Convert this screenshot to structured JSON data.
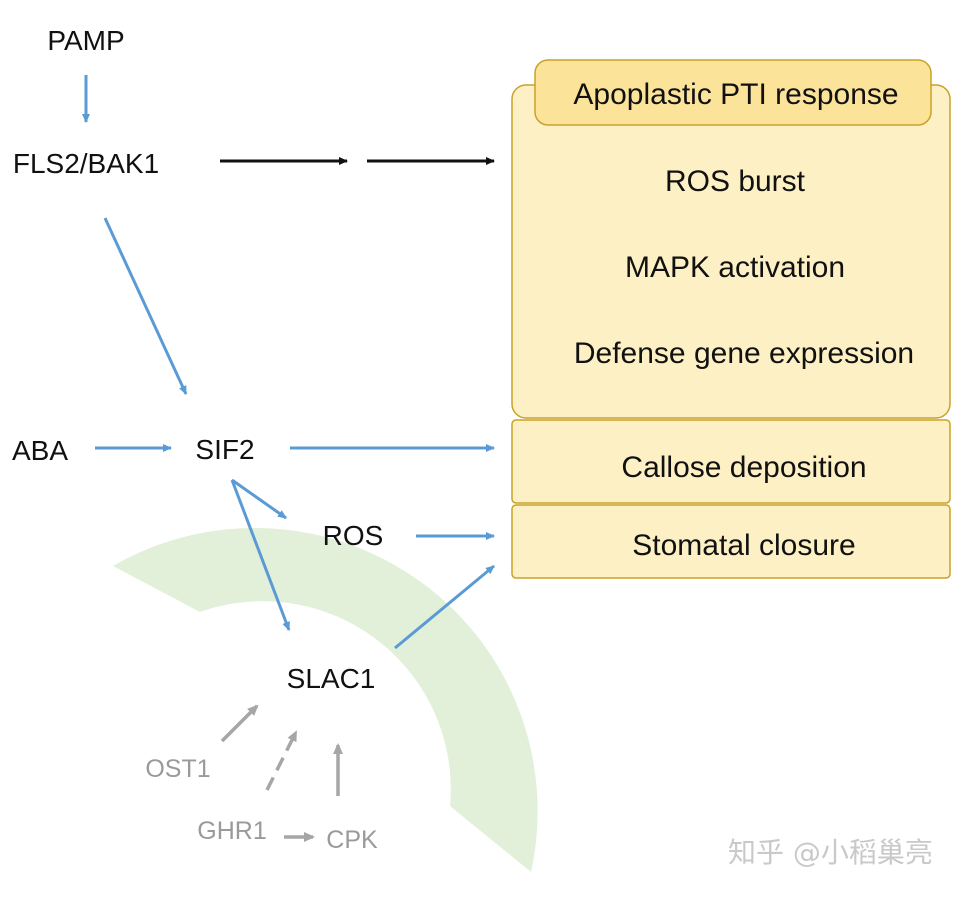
{
  "nodes": {
    "pamp": "PAMP",
    "fls2_bak1": "FLS2/BAK1",
    "aba": "ABA",
    "sif2": "SIF2",
    "ros": "ROS",
    "slac1": "SLAC1",
    "ost1": "OST1",
    "ghr1": "GHR1",
    "cpk": "CPK"
  },
  "response_panel": {
    "header": "Apoplastic PTI response",
    "items": [
      "ROS burst",
      "MAPK activation",
      "Defense gene expression"
    ],
    "callose": "Callose deposition",
    "stomatal": "Stomatal closure"
  },
  "watermark": "知乎 @小稻巢亮",
  "colors": {
    "blue_arrow": "#5b9bd5",
    "black_arrow": "#111111",
    "gray_arrow": "#a6a6a6",
    "panel_fill": "#fdf0c4",
    "panel_border": "#c9a227",
    "header_fill": "#fce39a",
    "arc_fill": "#e2f0d9",
    "text": "#111111",
    "gray_text": "#9a9a9a"
  }
}
